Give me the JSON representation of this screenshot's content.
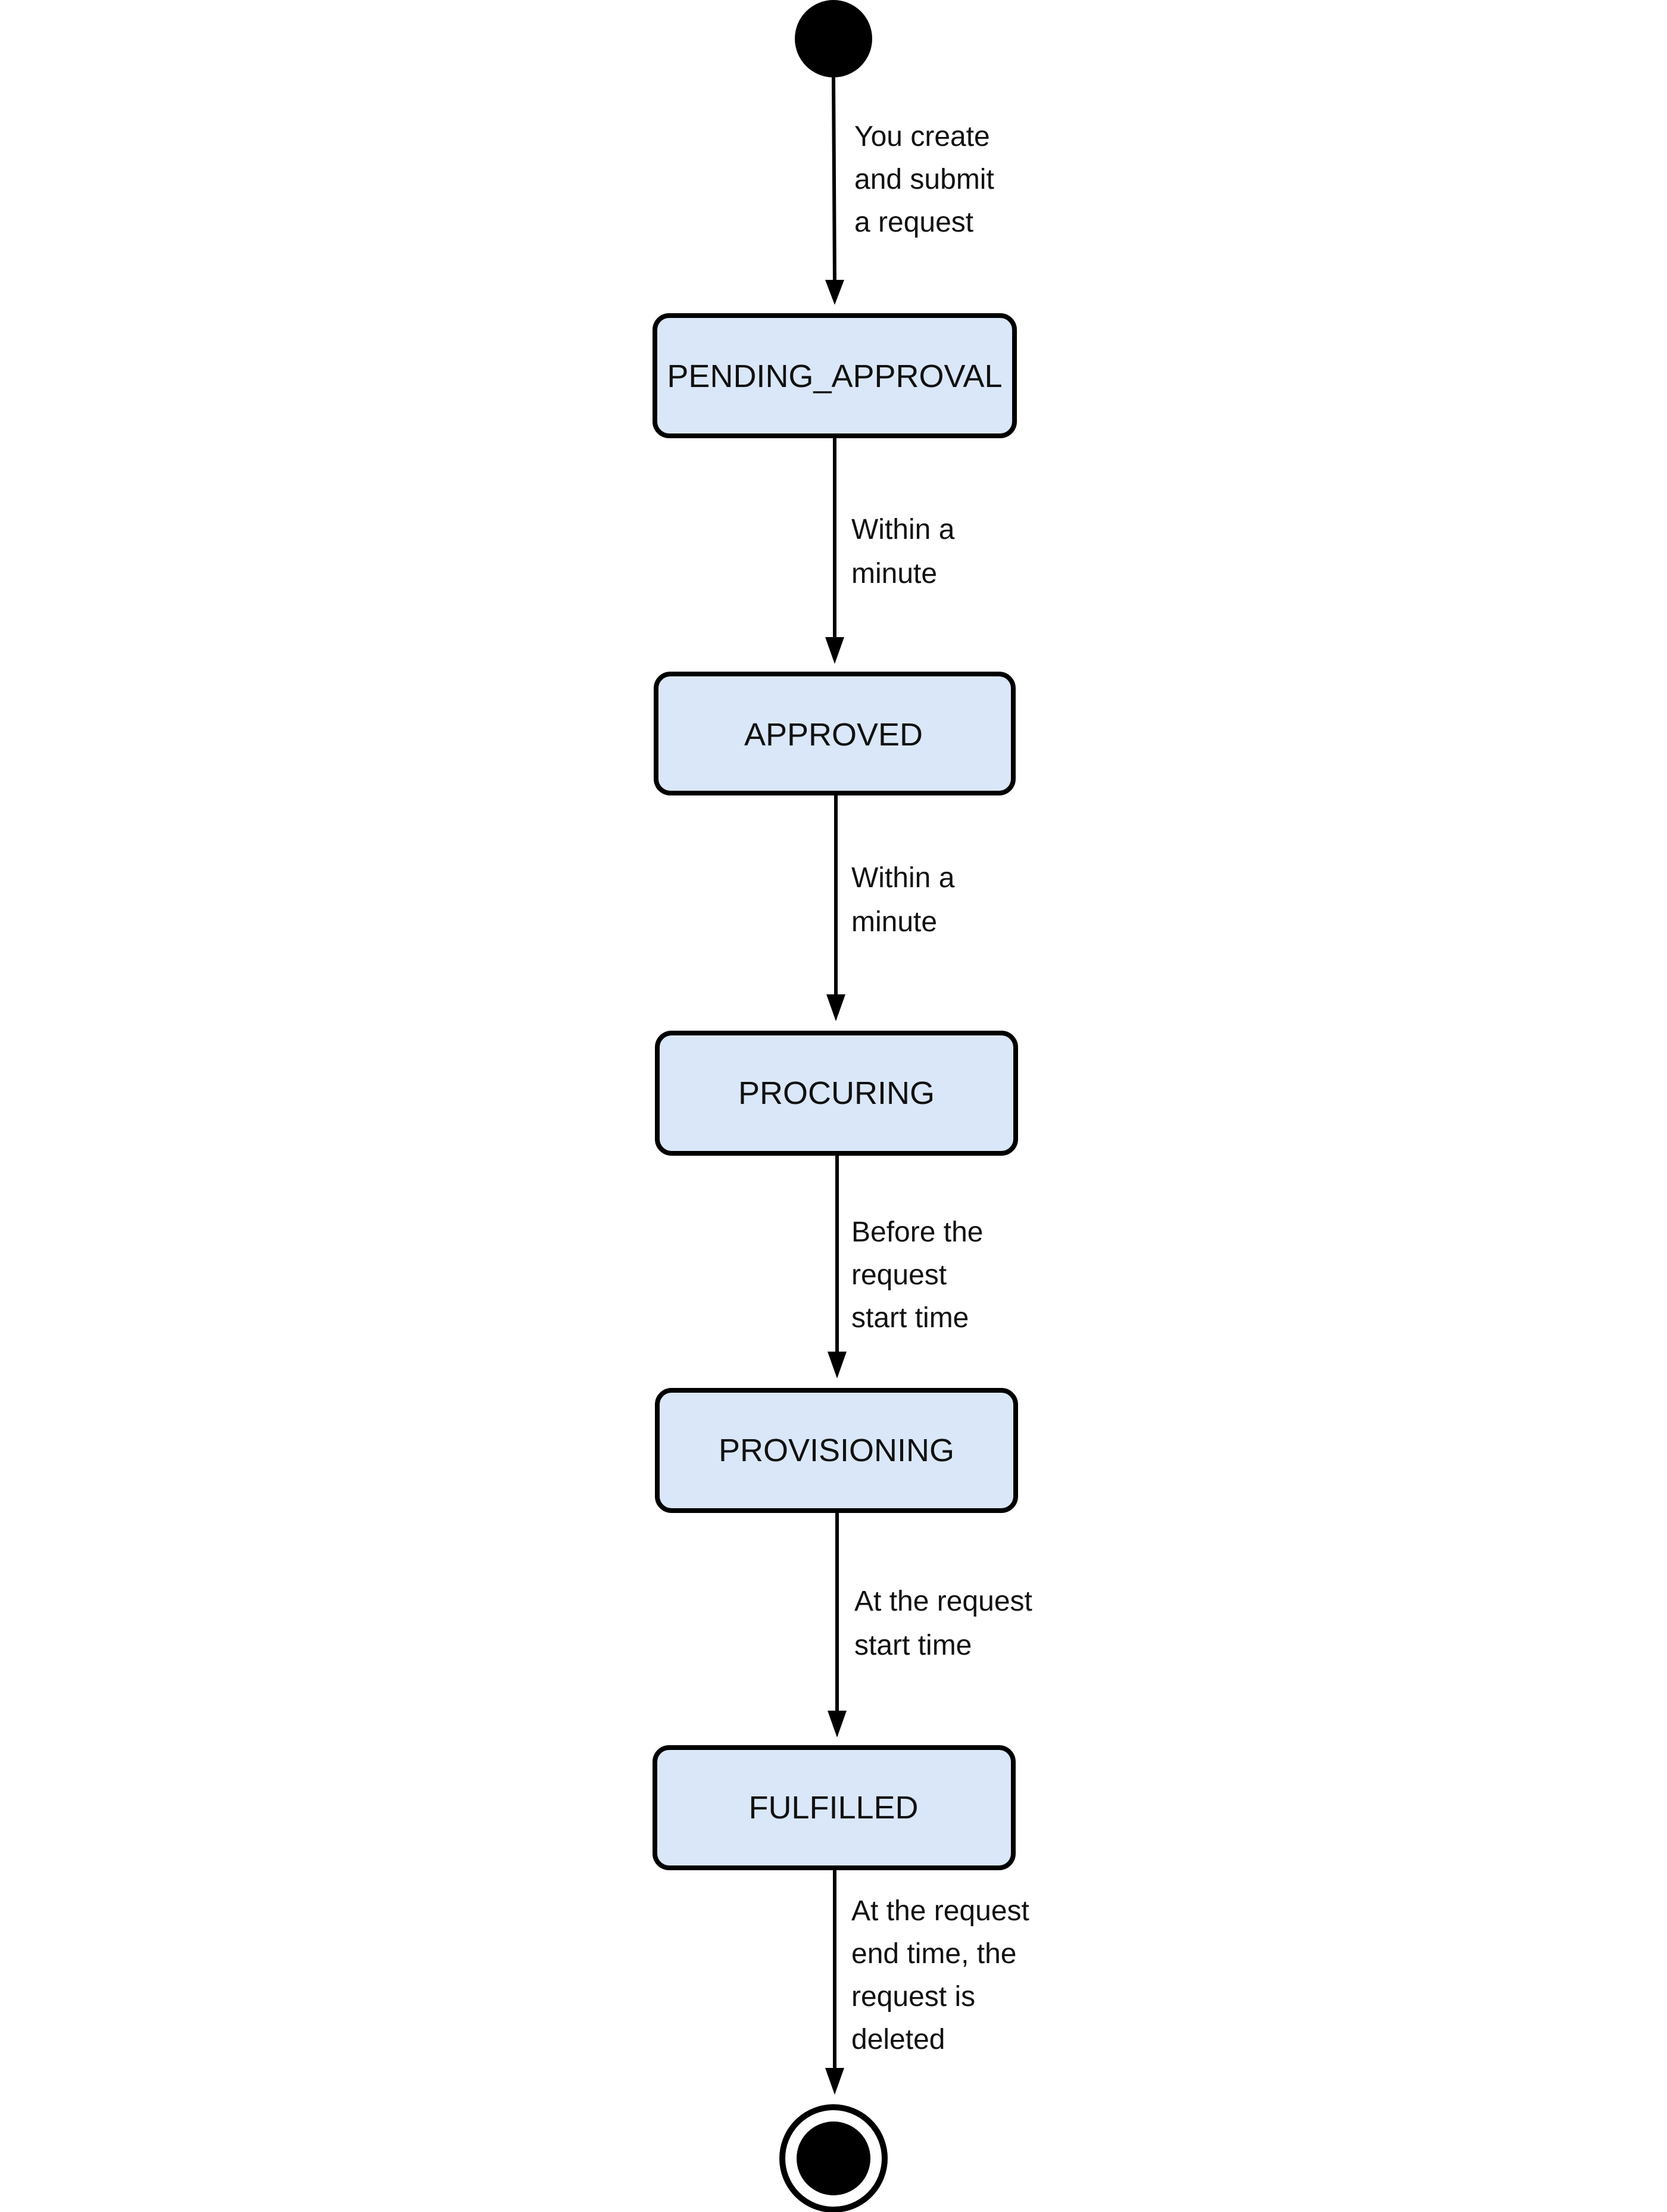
{
  "states": [
    "PENDING_APPROVAL",
    "APPROVED",
    "PROCURING",
    "PROVISIONING",
    "FULFILLED"
  ],
  "transitions": [
    {
      "from": "start",
      "to": "PENDING_APPROVAL",
      "lines": [
        "You create",
        "and submit",
        "a request"
      ]
    },
    {
      "from": "PENDING_APPROVAL",
      "to": "APPROVED",
      "lines": [
        "Within a",
        "minute"
      ]
    },
    {
      "from": "APPROVED",
      "to": "PROCURING",
      "lines": [
        "Within a",
        "minute"
      ]
    },
    {
      "from": "PROCURING",
      "to": "PROVISIONING",
      "lines": [
        "Before the",
        "request",
        "start time"
      ]
    },
    {
      "from": "PROVISIONING",
      "to": "FULFILLED",
      "lines": [
        "At the request",
        "start time"
      ]
    },
    {
      "from": "FULFILLED",
      "to": "end",
      "lines": [
        "At the request",
        "end time, the",
        "request is",
        "deleted"
      ]
    }
  ],
  "colors": {
    "state_fill": "#dae7f8",
    "stroke": "#000000",
    "text": "#111111"
  }
}
